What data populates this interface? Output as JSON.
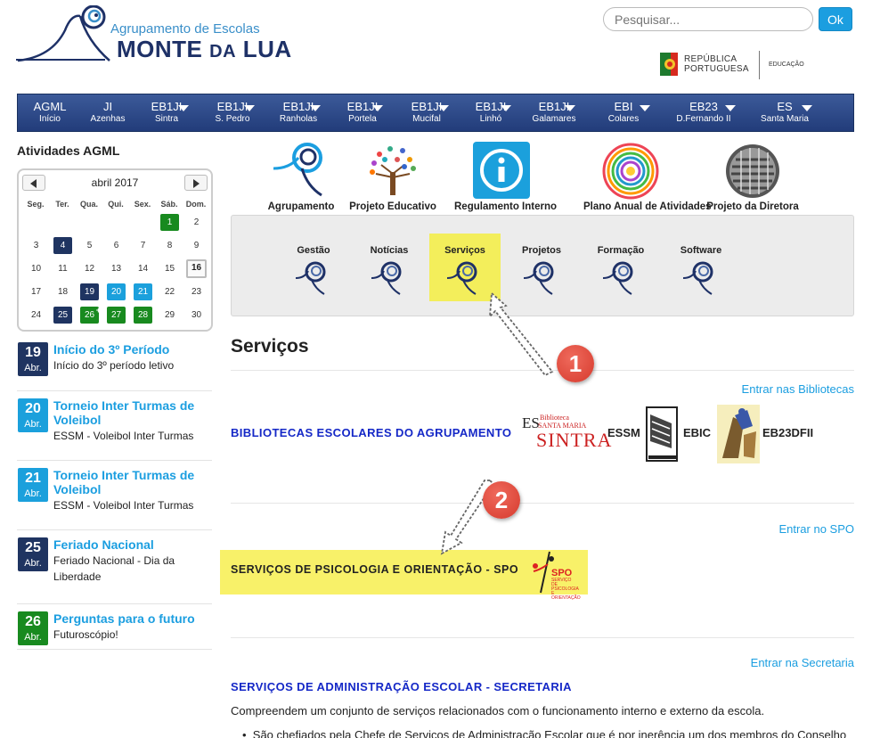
{
  "header": {
    "logo_small": "Agrupamento de Escolas",
    "logo_big_1": "MONTE",
    "logo_big_da": "DA",
    "logo_big_2": "LUA",
    "search": {
      "placeholder": "Pesquisar...",
      "button": "Ok"
    },
    "rp_line1": "REPÚBLICA",
    "rp_line2": "PORTUGUESA",
    "rp_edu": "EDUCAÇÃO"
  },
  "nav": [
    {
      "title": "AGML",
      "sub": "Início",
      "caret": false
    },
    {
      "title": "JI",
      "sub": "Azenhas",
      "caret": false
    },
    {
      "title": "EB1JI",
      "sub": "Sintra",
      "caret": true
    },
    {
      "title": "EB1JI",
      "sub": "S. Pedro",
      "caret": true
    },
    {
      "title": "EB1JI",
      "sub": "Ranholas",
      "caret": true
    },
    {
      "title": "EB1JI",
      "sub": "Portela",
      "caret": true
    },
    {
      "title": "EB1JI",
      "sub": "Mucifal",
      "caret": true
    },
    {
      "title": "EB1JI",
      "sub": "Linhó",
      "caret": true
    },
    {
      "title": "EB1JI",
      "sub": "Galamares",
      "caret": true
    },
    {
      "title": "EBI",
      "sub": "Colares",
      "caret": true
    },
    {
      "title": "EB23",
      "sub": "D.Fernando II",
      "caret": true
    },
    {
      "title": "ES",
      "sub": "Santa Maria",
      "caret": true
    }
  ],
  "sidebar": {
    "title": "Atividades AGML",
    "calendar": {
      "month": "abril 2017",
      "dow": [
        "Seg.",
        "Ter.",
        "Qua.",
        "Qui.",
        "Sex.",
        "Sáb.",
        "Dom."
      ],
      "weeks": [
        [
          "",
          "",
          "",
          "",
          "",
          "1",
          "2"
        ],
        [
          "3",
          "4",
          "5",
          "6",
          "7",
          "8",
          "9"
        ],
        [
          "10",
          "11",
          "12",
          "13",
          "14",
          "15",
          "16"
        ],
        [
          "17",
          "18",
          "19",
          "20",
          "21",
          "22",
          "23"
        ],
        [
          "24",
          "25",
          "26",
          "27",
          "28",
          "29",
          "30"
        ]
      ],
      "highlights": {
        "1": "green",
        "4": "navy",
        "16": "today",
        "19": "navy",
        "20": "cyan",
        "21": "cyan",
        "25": "navy",
        "26": "green",
        "27": "green",
        "28": "green"
      },
      "plus_day": "26",
      "plus_mark": "+"
    },
    "events": [
      {
        "day": "19",
        "month": "Abr.",
        "color": "#1f3461",
        "title": "Início do 3º Período",
        "desc": "Início do 3º período letivo"
      },
      {
        "day": "20",
        "month": "Abr.",
        "color": "#1ba0dc",
        "title": "Torneio Inter Turmas de Voleibol",
        "desc": "ESSM - Voleibol Inter Turmas"
      },
      {
        "day": "21",
        "month": "Abr.",
        "color": "#1ba0dc",
        "title": "Torneio Inter Turmas de Voleibol",
        "desc": "ESSM - Voleibol Inter Turmas"
      },
      {
        "day": "25",
        "month": "Abr.",
        "color": "#1f3461",
        "title": "Feriado Nacional",
        "desc": "Feriado Nacional - Dia da Liberdade"
      },
      {
        "day": "26",
        "month": "Abr.",
        "color": "#188a1f",
        "title": "Perguntas para o futuro",
        "desc": "Futuroscópio!"
      }
    ]
  },
  "top_icons": [
    {
      "label": "Agrupamento",
      "icon": "moon-logo-icon"
    },
    {
      "label": "Projeto Educativo",
      "icon": "letter-tree-icon"
    },
    {
      "label": "Regulamento Interno",
      "icon": "info-icon"
    },
    {
      "label": "Plano Anual de Atividades",
      "icon": "color-rings-icon"
    },
    {
      "label": "Projeto da Diretora",
      "icon": "grate-circle-icon"
    }
  ],
  "services_menu": [
    {
      "label": "Gestão",
      "active": false
    },
    {
      "label": "Notícias",
      "active": false
    },
    {
      "label": "Serviços",
      "active": true
    },
    {
      "label": "Projetos",
      "active": false
    },
    {
      "label": "Formação",
      "active": false
    },
    {
      "label": "Software",
      "active": false
    }
  ],
  "main": {
    "heading": "Serviços",
    "bib_link": "Entrar nas Bibliotecas",
    "bib_title": "BIBLIOTECAS ESCOLARES DO AGRUPAMENTO",
    "bib_logos": {
      "essm_script": "ES",
      "essm_small": "Biblioteca",
      "essm_small2": "SANTA MARIA",
      "essm_sintra": "SINTRA",
      "essm": "ESSM",
      "ebic": "EBIC",
      "eb23": "EB23DFII"
    },
    "spo_link": "Entrar no SPO",
    "spo_title": "SERVIÇOS DE PSICOLOGIA E ORIENTAÇÃO - SPO",
    "spo_logo": {
      "abbr": "SPO",
      "line1": "SERVIÇO",
      "line2": "DE PSICOLOGIA",
      "line3": "E ORIENTAÇÃO"
    },
    "sec_link": "Entrar na Secretaria",
    "sec_title": "SERVIÇOS DE ADMINISTRAÇÃO ESCOLAR - SECRETARIA",
    "sec_desc": "Compreendem um conjunto de serviços relacionados com o funcionamento interno e externo da escola.",
    "sec_bullet": "São chefiados pela Chefe de Serviços de Administração Escolar que é por inerência um dos membros do Conselho"
  },
  "annotations": {
    "marker1": "1",
    "marker2": "2"
  },
  "colors": {
    "nav": "#2d4a8a",
    "accent": "#1b9ee0",
    "title_blue": "#1528c7",
    "highlight": "#f3ee5b"
  }
}
